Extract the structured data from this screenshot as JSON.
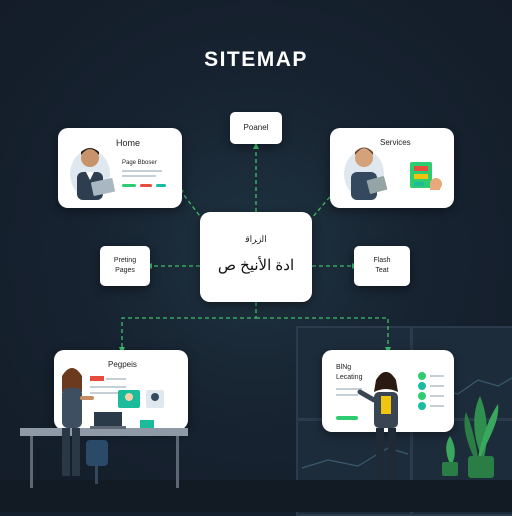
{
  "title": "SITEMAP",
  "nodes": {
    "home": {
      "title": "Home",
      "subtitle": "Page Bboser"
    },
    "top": {
      "label": "Poanel"
    },
    "services": {
      "title": "Services"
    },
    "center": {
      "line1": "ﺍﻟﺯﺮﺍﻗ",
      "line2": "ﺍﺩﺓ الأنيخ ص"
    },
    "left": {
      "line1": "Preting",
      "line2": "Pages"
    },
    "right": {
      "line1": "Flash",
      "line2": "Teat"
    },
    "projects": {
      "title": "Pegpeis"
    },
    "blog": {
      "line1": "BlNg",
      "line2": "Lecating"
    }
  },
  "colors": {
    "background": "#15202e",
    "connector": "#3fbf6a",
    "card": "#ffffff",
    "accent_green": "#2ecc71",
    "accent_red": "#e74c3c",
    "accent_teal": "#1abc9c",
    "accent_yellow": "#f1c40f"
  }
}
